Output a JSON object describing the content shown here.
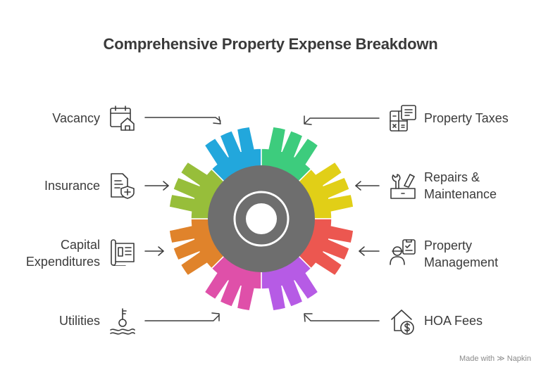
{
  "title": "Comprehensive Property Expense Breakdown",
  "colors": {
    "blue": "#22A7DC",
    "green": "#3DCC7D",
    "yellow": "#E1CF17",
    "red": "#EC5750",
    "purple": "#B65BE5",
    "pink": "#DF50A9",
    "orange": "#E0832B",
    "lime": "#97BE3A",
    "hub": "#6E6E6E",
    "text": "#3B3B3B"
  },
  "items": {
    "vacancy": {
      "label": "Vacancy",
      "icon": "calendar-home-icon"
    },
    "insurance": {
      "label": "Insurance",
      "icon": "document-shield-icon"
    },
    "capital_line1": {
      "label": "Capital"
    },
    "capital_line2": {
      "label": "Expenditures",
      "icon": "plans-icon"
    },
    "utilities": {
      "label": "Utilities",
      "icon": "water-meter-icon"
    },
    "taxes": {
      "label": "Property Taxes",
      "icon": "calculator-icon"
    },
    "repairs_line1": {
      "label": "Repairs &"
    },
    "repairs_line2": {
      "label": "Maintenance",
      "icon": "tools-icon"
    },
    "mgmt_line1": {
      "label": "Property"
    },
    "mgmt_line2": {
      "label": "Management",
      "icon": "manager-icon"
    },
    "hoa": {
      "label": "HOA Fees",
      "icon": "house-dollar-icon"
    }
  },
  "footer": {
    "made_with": "Made with",
    "brand": "Napkin"
  }
}
